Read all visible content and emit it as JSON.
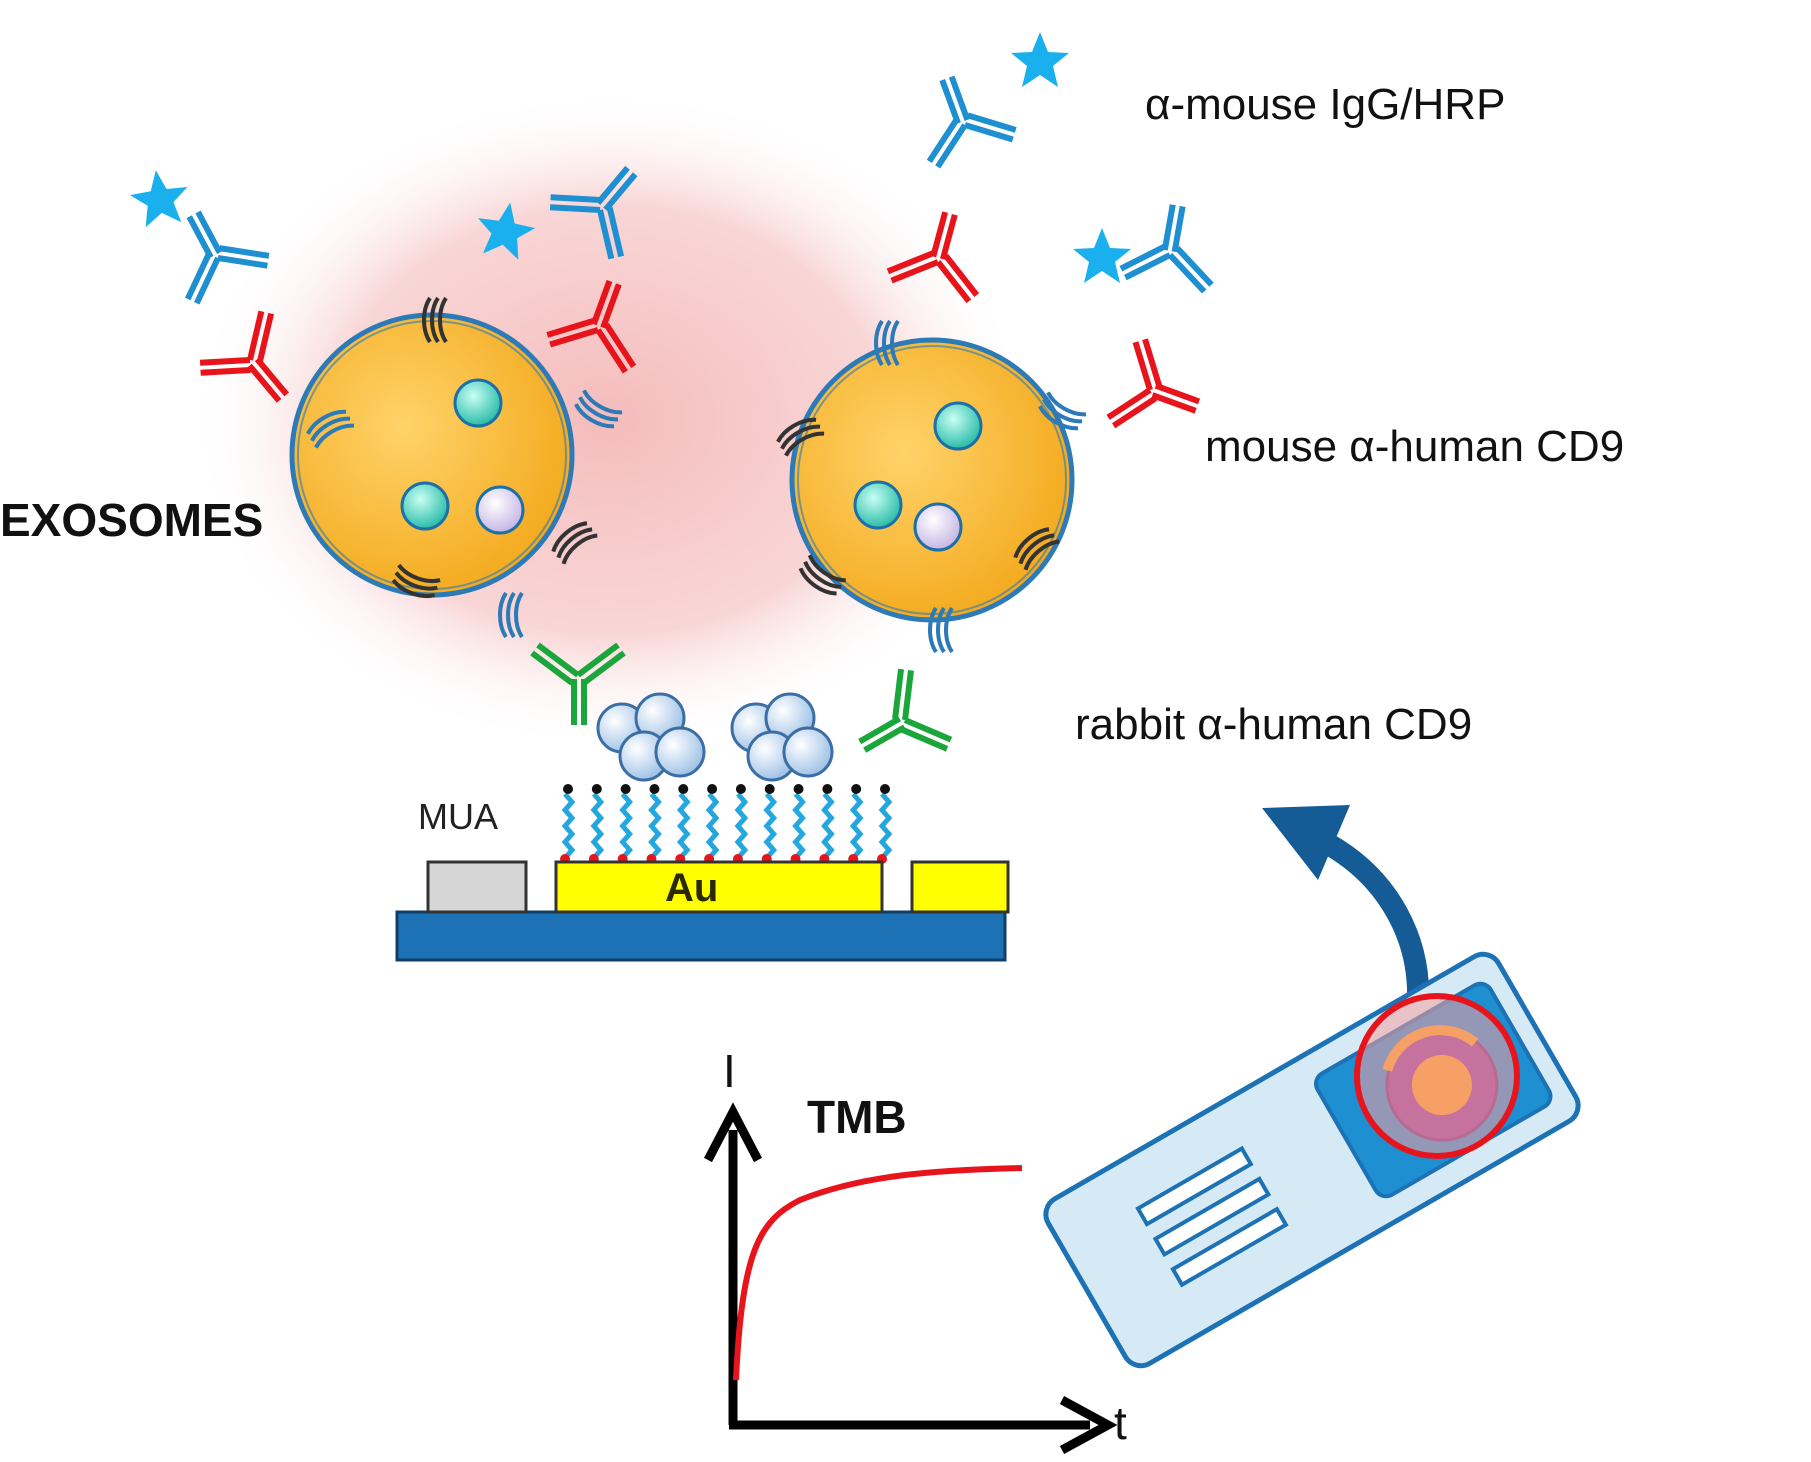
{
  "labels": {
    "secondary_antibody": "α-mouse IgG/HRP",
    "detection_antibody": "mouse α-human CD9",
    "capture_antibody": "rabbit α-human CD9",
    "exosomes": "EXOSOMES",
    "mua": "MUA",
    "gold": "Au",
    "substrate": "TMB",
    "y_axis": "I",
    "x_axis": "t"
  },
  "colors": {
    "secondary_antibody": "#1e8fd0",
    "hrp_star": "#1ab0ee",
    "detection_antibody": "#e8141c",
    "capture_antibody": "#1aa63a",
    "exosome_fill": "#f8b72a",
    "exosome_halo": "#f4b8b8",
    "gold_electrode": "#ffff00",
    "reference_electrode": "#d6d6d6",
    "base_substrate": "#1d72b5",
    "arrow": "#155b96",
    "curve": "#e8141c",
    "chip_body": "#d6eaf6"
  },
  "icons": [
    "hrp-star-icon",
    "exosome-icon",
    "screen-printed-electrode-icon",
    "curved-arrow-icon"
  ]
}
